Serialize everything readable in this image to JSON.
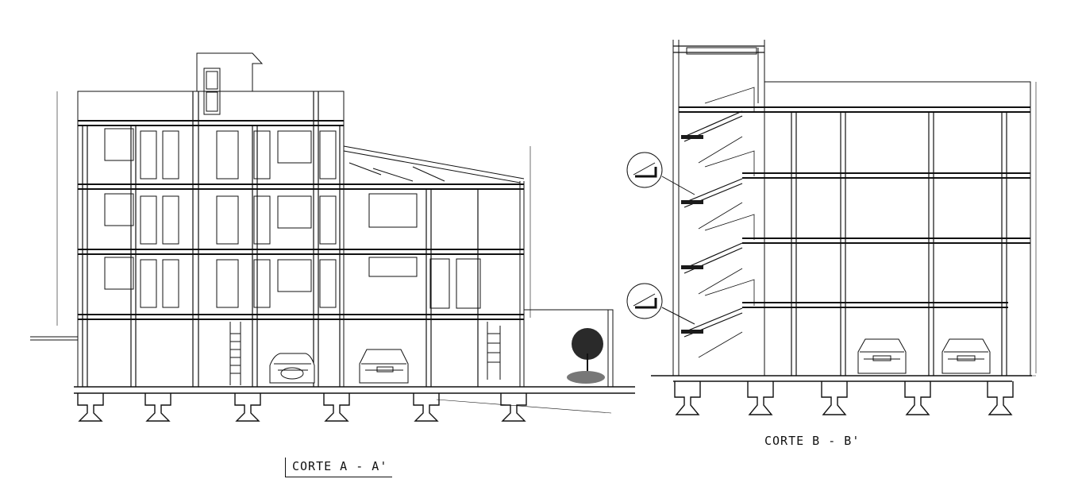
{
  "sections": [
    {
      "id": "a",
      "title": "CORTE  A - A'",
      "floors": 4,
      "cars": 2
    },
    {
      "id": "b",
      "title": "CORTE  B - B'",
      "floors": 4,
      "cars": 2
    }
  ],
  "colors": {
    "line": "#111111",
    "background": "#ffffff",
    "fill": "#1a1a1a"
  }
}
